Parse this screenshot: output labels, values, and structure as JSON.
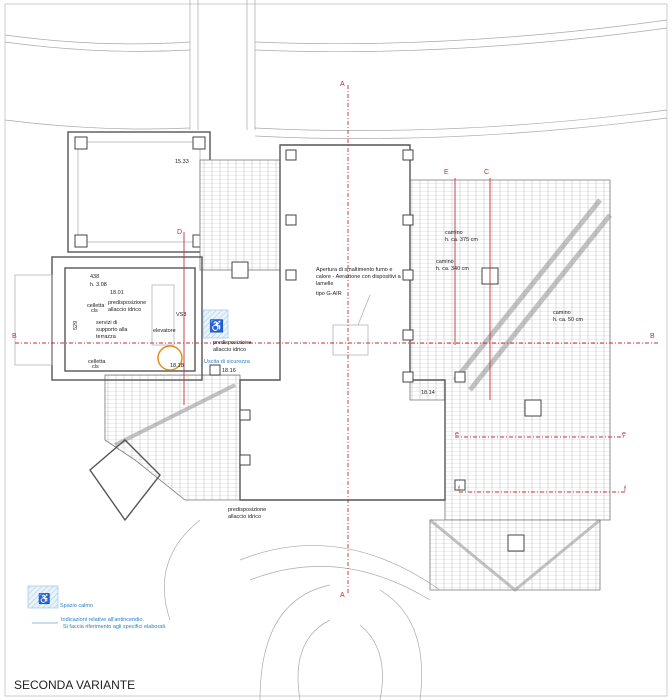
{
  "title": "SECONDA VARIANTE",
  "colors": {
    "section_line": "#c0303a",
    "fire_safety": "#2a7fc0",
    "walls": "#555555"
  },
  "section_markers": {
    "A": "A",
    "B": "B",
    "C": "C",
    "D": "D",
    "E": "E",
    "e": "e",
    "f": "f"
  },
  "elevations": {
    "e1": "15.33",
    "e2": "18.01",
    "e3": "18.18",
    "e4": "18.16",
    "e5": "18.14"
  },
  "rooms": {
    "dims_width": "438",
    "dims_height": "h. 3.08",
    "dims_side": "529",
    "celletta_1": [
      "celletta",
      "cls"
    ],
    "celletta_2": [
      "celletta",
      "cls"
    ],
    "servizi": [
      "servizi di",
      "supporto alla",
      "terrazza"
    ],
    "elevator": "elevatore",
    "vs3": "VS3",
    "water_1": [
      "predisposizione",
      "allaccio idrico"
    ],
    "water_2": [
      "predisposizione",
      "allaccio idrico"
    ],
    "water_3": [
      "predisposizione",
      "allaccio idrico"
    ],
    "exit": "Uscita di sicurezza"
  },
  "annotations": {
    "smoke_vent": [
      "Apertura di smaltimento fumo e",
      "calore - Aerazione con dispositivi a",
      "lamelle"
    ],
    "smoke_vent_type": "tipo G-AIR",
    "chimney_1": [
      "camino",
      "h. ca. 375 cm"
    ],
    "chimney_2": [
      "camino",
      "h. ca. 340 cm"
    ],
    "chimney_3": [
      "camino",
      "h. ca. 50 cm"
    ]
  },
  "legend": {
    "calm_space": "Spazio calmo",
    "fire_note": [
      "Indicazioni relative all'antincendio.",
      "Si faccia riferimento agli specifici elaborati."
    ]
  }
}
